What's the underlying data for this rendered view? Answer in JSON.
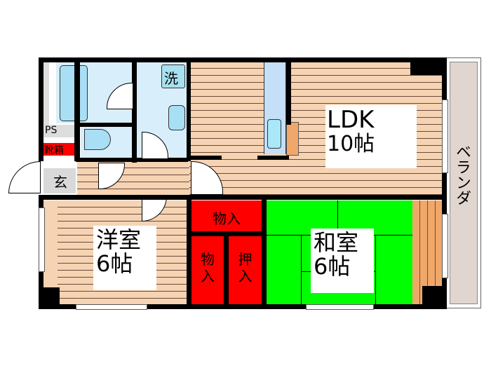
{
  "floorplan": {
    "rooms": {
      "ldk": {
        "name": "LDK",
        "size": "10帖"
      },
      "western": {
        "name": "洋室",
        "size": "6帖"
      },
      "japanese": {
        "name": "和室",
        "size": "6帖"
      }
    },
    "veranda": {
      "label": "ベランダ"
    },
    "storage": {
      "closet_top": "物入",
      "closet_left_1": "物",
      "closet_left_2": "入",
      "oshiire_1": "押",
      "oshiire_2": "入"
    },
    "utility": {
      "laundry": "洗",
      "ps": "PS",
      "shoe_box": "靴箱",
      "entrance": "玄"
    },
    "colors": {
      "wall": "#000000",
      "wood_floor": "#f5d3b3",
      "wood_line": "#6b4a3a",
      "wet_area": "#d9eefb",
      "fixture": "#a8dff5",
      "closet": "#ff0000",
      "tatami": "#00ff00",
      "veranda": "#e0d6cf",
      "tokonoma": "#f0a86a",
      "counter": "#f0a86a",
      "entrance_floor": "#d9d9d9"
    }
  }
}
